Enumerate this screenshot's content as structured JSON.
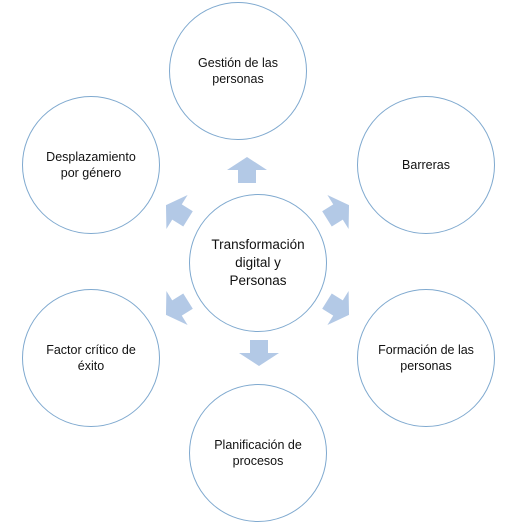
{
  "center": {
    "label": "Transformación\ndigital y\nPersonas"
  },
  "nodes": [
    {
      "label": "Gestión de las\npersonas"
    },
    {
      "label": "Barreras"
    },
    {
      "label": "Formación de las\npersonas"
    },
    {
      "label": "Planificación de\nprocesos"
    },
    {
      "label": "Factor crítico de\néxito"
    },
    {
      "label": "Desplazamiento\npor género"
    }
  ],
  "colors": {
    "circle_border": "#7fa9cf",
    "arrow_fill": "#b3c9e6"
  }
}
